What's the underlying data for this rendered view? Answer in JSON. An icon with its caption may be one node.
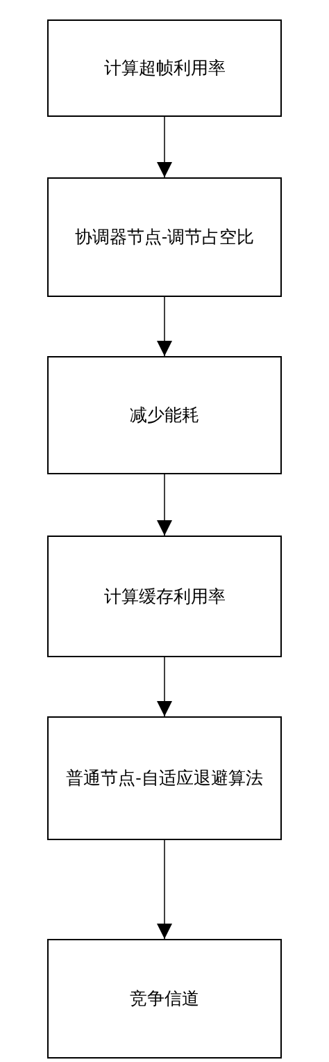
{
  "diagram": {
    "nodes": [
      {
        "text": [
          "计算超帧利用率"
        ]
      },
      {
        "text": [
          "协调器节点-调节占空比"
        ]
      },
      {
        "text": [
          "减少能耗"
        ]
      },
      {
        "text": [
          "计算缓存利用率"
        ]
      },
      {
        "text": [
          "普通节点-自适应退避算法"
        ]
      },
      {
        "text": [
          "竞争信道"
        ]
      }
    ],
    "edges": [
      {
        "from": 0,
        "to": 1,
        "arrow": "to"
      },
      {
        "from": 1,
        "to": 2,
        "arrow": "to"
      },
      {
        "from": 2,
        "to": 3,
        "arrow": "to"
      },
      {
        "from": 3,
        "to": 4,
        "arrow": "to"
      },
      {
        "from": 4,
        "to": 5,
        "arrow": "to"
      }
    ]
  }
}
